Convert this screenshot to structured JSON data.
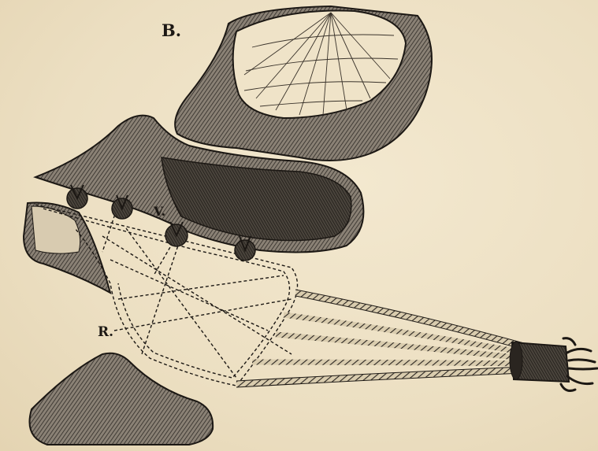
{
  "figure": {
    "label_top": "B.",
    "label_v": "V.",
    "label_r": "R."
  },
  "colors": {
    "paper": "#efe2c6",
    "ink": "#1c1814",
    "tissue": "#6b645a",
    "tissue_dark": "#3a352f"
  }
}
